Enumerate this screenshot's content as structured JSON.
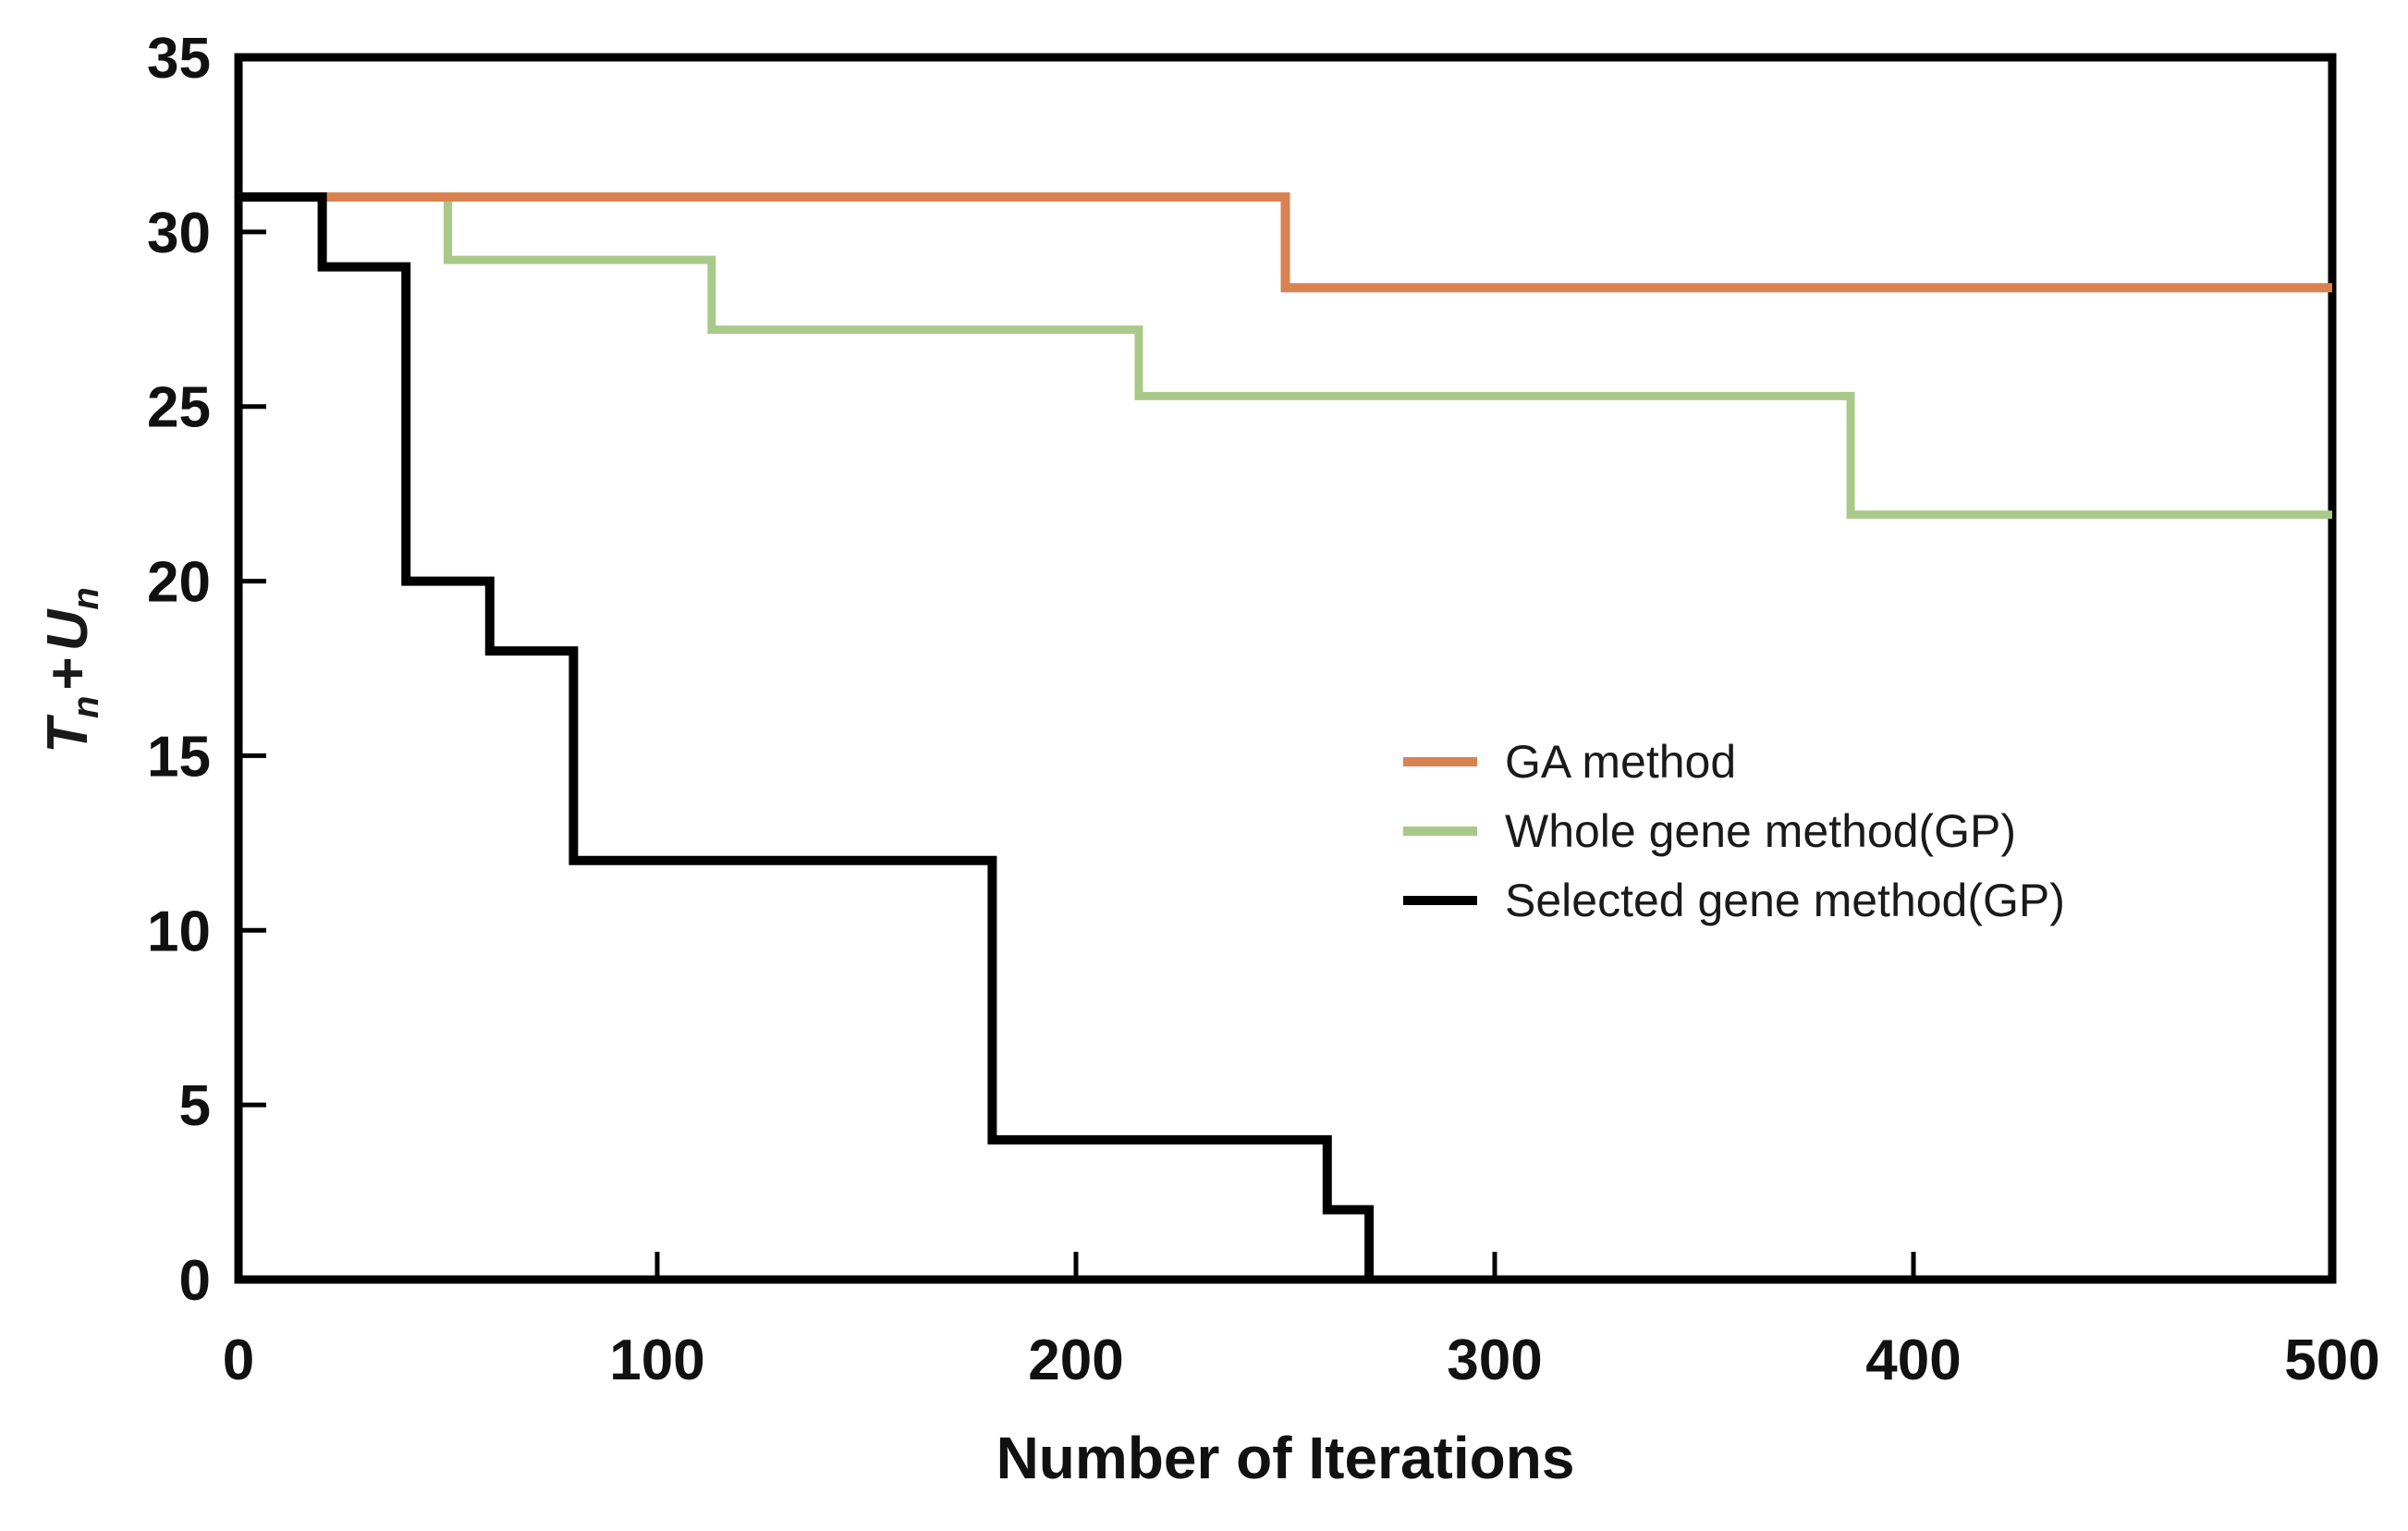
{
  "chart_data": {
    "type": "line",
    "subtype": "step-post",
    "title": "",
    "xlabel": "Number of Iterations",
    "ylabel": "Tn + Un",
    "xlim": [
      0,
      500
    ],
    "ylim": [
      0,
      35
    ],
    "xticks": [
      0,
      100,
      200,
      300,
      400,
      500
    ],
    "yticks": [
      0,
      5,
      10,
      15,
      20,
      25,
      30,
      35
    ],
    "grid": false,
    "legend_position": "center-right-inside",
    "axis_color": "#000000",
    "series": [
      {
        "name": "Whole gene method(GP)",
        "color": "#A9C989",
        "line_width": 9,
        "points": [
          [
            0,
            31
          ],
          [
            50,
            31
          ],
          [
            50,
            29.2
          ],
          [
            113,
            29.2
          ],
          [
            113,
            27.2
          ],
          [
            215,
            27.2
          ],
          [
            215,
            25.3
          ],
          [
            385,
            25.3
          ],
          [
            385,
            21.9
          ],
          [
            500,
            21.9
          ]
        ]
      },
      {
        "name": "GA method",
        "color": "#D98250",
        "line_width": 10,
        "points": [
          [
            0,
            31
          ],
          [
            250,
            31
          ],
          [
            250,
            28.4
          ],
          [
            500,
            28.4
          ]
        ]
      },
      {
        "name": "Selected gene method(GP)",
        "color": "#000000",
        "line_width": 10,
        "points": [
          [
            0,
            31
          ],
          [
            20,
            31
          ],
          [
            20,
            29
          ],
          [
            40,
            29
          ],
          [
            40,
            20
          ],
          [
            60,
            20
          ],
          [
            60,
            18
          ],
          [
            80,
            18
          ],
          [
            80,
            12
          ],
          [
            180,
            12
          ],
          [
            180,
            4
          ],
          [
            260,
            4
          ],
          [
            260,
            2
          ],
          [
            270,
            2
          ],
          [
            270,
            0
          ]
        ]
      }
    ],
    "legend_order": [
      "GA method",
      "Whole gene method(GP)",
      "Selected gene method(GP)"
    ]
  },
  "yaxis_title_parts": {
    "t": "T",
    "t_sub": "n",
    "plus": "+",
    "u": "U",
    "u_sub": "n"
  }
}
